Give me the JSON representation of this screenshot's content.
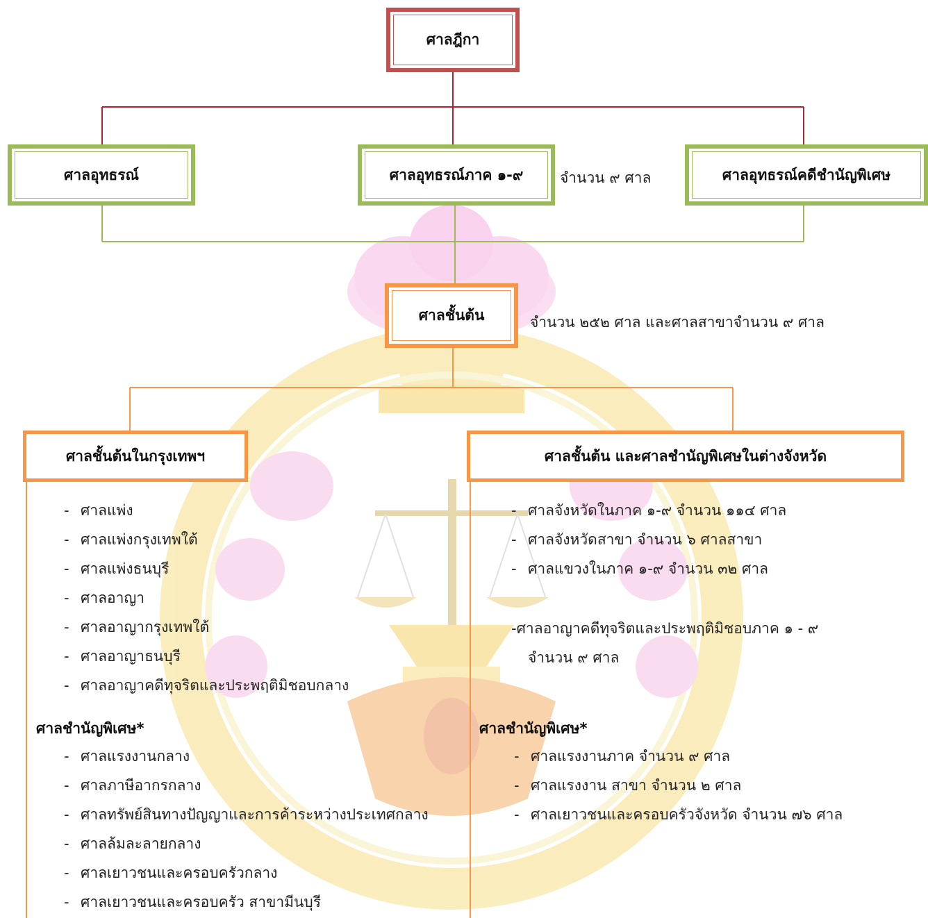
{
  "supreme": {
    "label": "ศาลฎีกา"
  },
  "appeal": {
    "general": "ศาลอุทธรณ์",
    "regional": "ศาลอุทธรณ์ภาค ๑-๙",
    "regional_note": "จำนวน ๙ ศาล",
    "specialized": "ศาลอุทธรณ์คดีชำนัญพิเศษ"
  },
  "first_instance": {
    "label": "ศาลชั้นต้น",
    "note": "จำนวน ๒๕๒ ศาล และศาลสาขาจำนวน ๙ ศาล"
  },
  "bangkok": {
    "title": "ศาลชั้นต้นในกรุงเทพฯ",
    "courts": [
      "ศาลแพ่ง",
      "ศาลแพ่งกรุงเทพใต้",
      "ศาลแพ่งธนบุรี",
      "ศาลอาญา",
      "ศาลอาญากรุงเทพใต้",
      "ศาลอาญาธนบุรี",
      "ศาลอาญาคดีทุจริตและประพฤติมิชอบกลาง"
    ],
    "special_heading": "ศาลชำนัญพิเศษ*",
    "special_courts": [
      "ศาลแรงงานกลาง",
      "ศาลภาษีอากรกลาง",
      "ศาลทรัพย์สินทางปัญญาและการค้าระหว่างประเทศกลาง",
      "ศาลล้มละลายกลาง",
      "ศาลเยาวชนและครอบครัวกลาง",
      "ศาลเยาวชนและครอบครัว สาขามีนบุรี"
    ]
  },
  "provincial": {
    "title": "ศาลชั้นต้น และศาลชำนัญพิเศษในต่างจังหวัด",
    "courts": [
      "ศาลจังหวัดในภาค ๑-๙ จำนวน ๑๑๔ ศาล",
      "ศาลจังหวัดสาขา จำนวน ๖ ศาลสาขา",
      "ศาลแขวงในภาค ๑-๙ จำนวน ๓๒ ศาล"
    ],
    "corruption_line1": "ศาลอาญาคดีทุจริตและประพฤติมิชอบภาค ๑ - ๙",
    "corruption_line2": "จำนวน ๙ ศาล",
    "special_heading": "ศาลชำนัญพิเศษ*",
    "special_courts": [
      "ศาลแรงงานภาค จำนวน ๙ ศาล",
      "ศาลแรงงาน สาขา จำนวน ๒ ศาล",
      "ศาลเยาวชนและครอบครัวจังหวัด จำนวน ๗๖ ศาล"
    ]
  },
  "dash": "-",
  "colors": {
    "red": "#c0504d",
    "green": "#9bbb59",
    "orange": "#f79646",
    "pink": "#f4a6d7",
    "gold": "#f5d76e"
  }
}
